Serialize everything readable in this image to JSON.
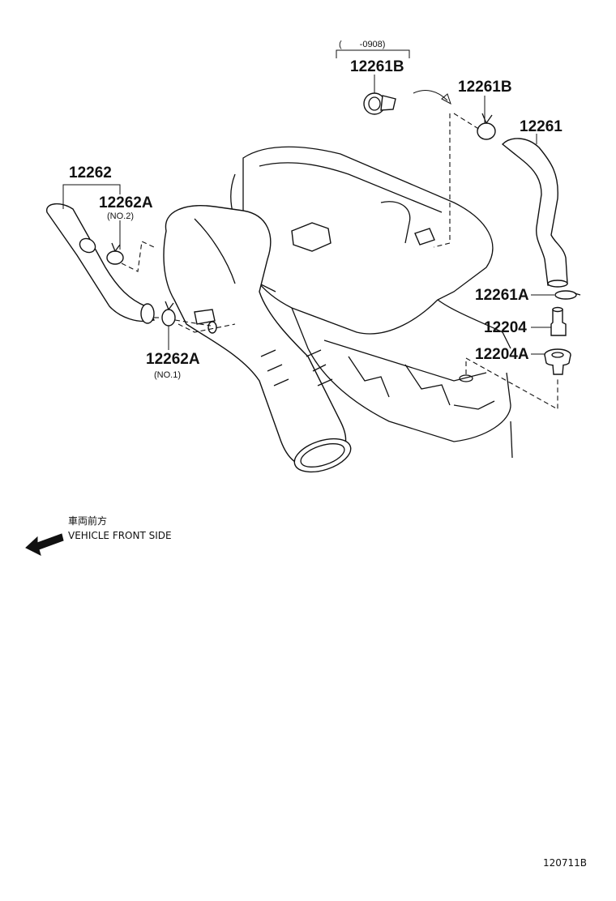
{
  "labels": {
    "top_range": "(　　-0908)",
    "p12261B_top": "12261B",
    "p12261B_right": "12261B",
    "p12261": "12261",
    "p12262": "12262",
    "p12262A_upper": "12262A",
    "no2": "(NO.2)",
    "p12262A_lower": "12262A",
    "no1": "(NO.1)",
    "p12261A": "12261A",
    "p12204": "12204",
    "p12204A": "12204A"
  },
  "direction": {
    "japanese": "車両前方",
    "english": "VEHICLE FRONT SIDE"
  },
  "footer": {
    "code": "120711B"
  }
}
